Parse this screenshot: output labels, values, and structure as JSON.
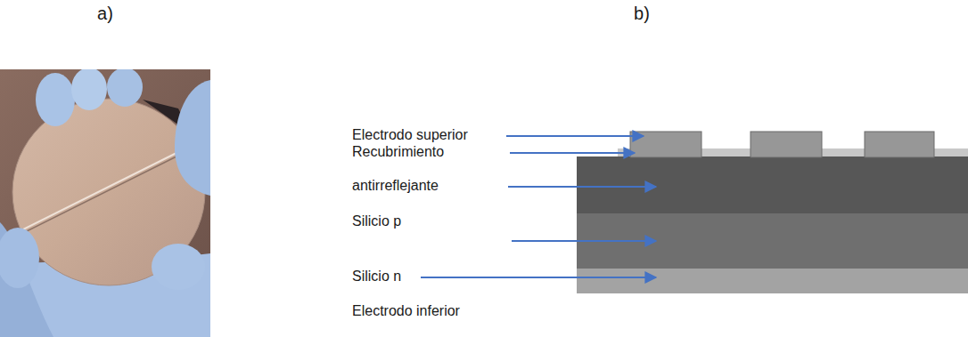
{
  "diagram": {
    "labels": [
      "a)",
      "b)",
      "Electrodo superior",
      "Recubrimiento",
      "antirreflejante",
      "Silicio p",
      "Silicio n",
      "Electrodo inferior"
    ]
  }
}
